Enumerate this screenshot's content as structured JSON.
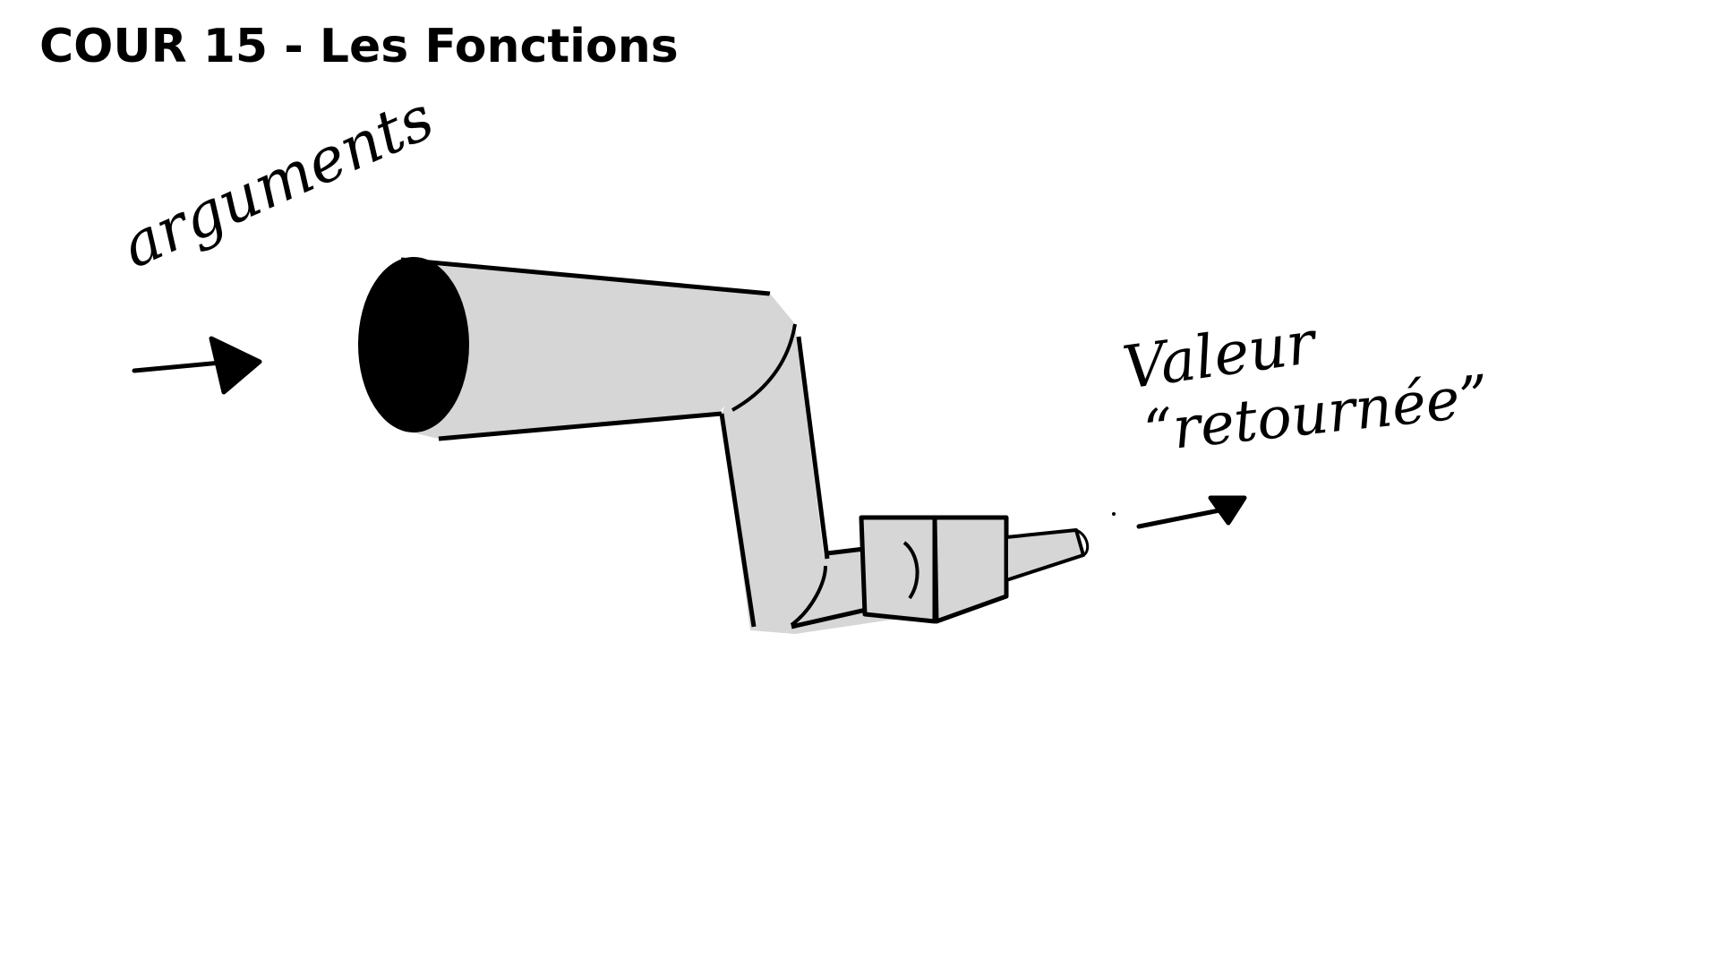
{
  "title": "COUR 15 - Les Fonctions",
  "labels": {
    "input": "arguments",
    "output_line1": "Valeur",
    "output_line2": "“retournée”"
  },
  "colors": {
    "ink": "#000000",
    "pipe_fill": "#d6d6d6",
    "background": "#ffffff"
  }
}
